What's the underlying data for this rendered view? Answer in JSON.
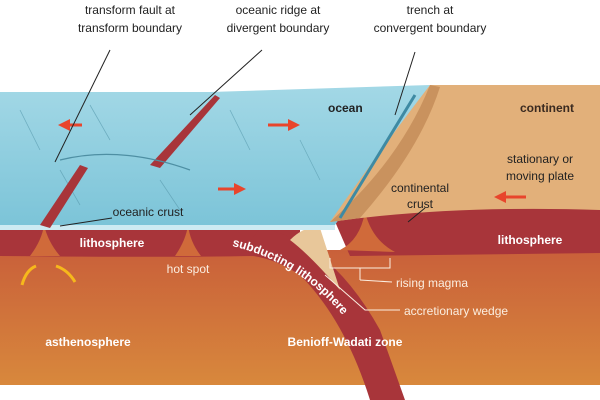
{
  "title_labels": {
    "transform_fault": [
      "transform fault at",
      "transform boundary"
    ],
    "oceanic_ridge": [
      "oceanic ridge at",
      "divergent boundary"
    ],
    "trench": [
      "trench at",
      "convergent boundary"
    ]
  },
  "labels": {
    "ocean": "ocean",
    "continent": "continent",
    "stationary_plate": [
      "stationary or",
      "moving plate"
    ],
    "continental_crust": [
      "continental",
      "crust"
    ],
    "oceanic_crust": "oceanic crust",
    "lithosphere_left": "lithosphere",
    "lithosphere_right": "lithosphere",
    "hot_spot": "hot spot",
    "subducting_lithosphere": "subducting lithosphere",
    "rising_magma": "rising magma",
    "accretionary_wedge": "accretionary wedge",
    "asthenosphere": "asthenosphere",
    "benioff_zone": "Benioff-Wadati zone"
  },
  "colors": {
    "ocean_top": "#8ecfe0",
    "ocean_dark": "#5fb3cc",
    "continent": "#e2b07a",
    "lithosphere": "#a8353a",
    "asthenosphere": "#d27a3c",
    "arrow_red": "#e8452c",
    "arrow_yellow": "#f6b81c"
  }
}
